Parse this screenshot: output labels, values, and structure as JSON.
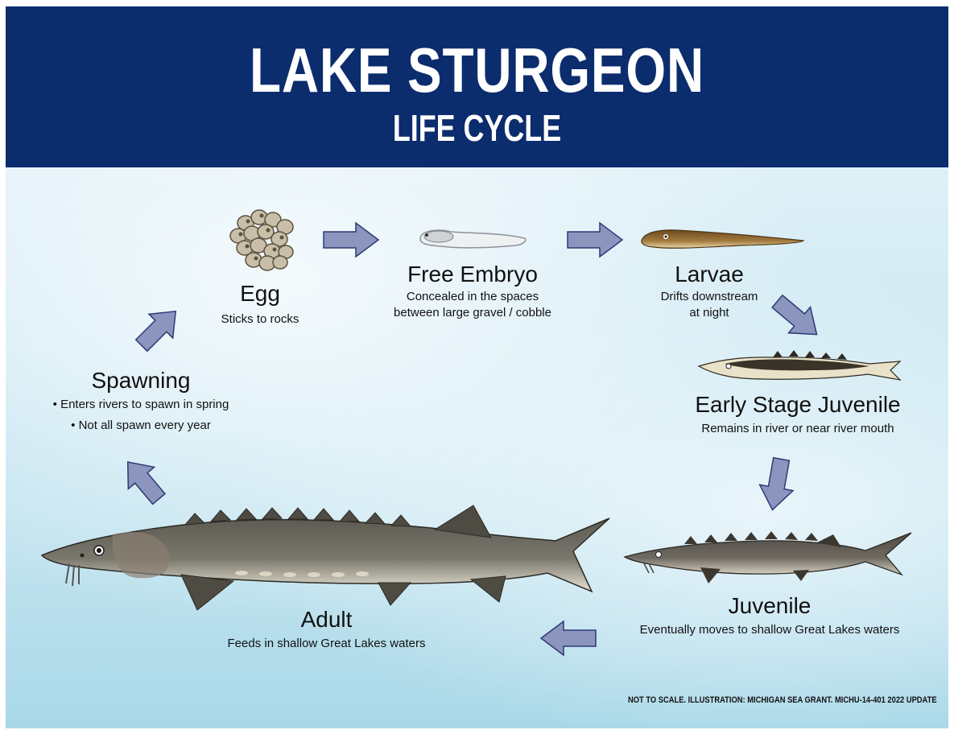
{
  "header": {
    "title": "LAKE STURGEON",
    "subtitle": "LIFE CYCLE"
  },
  "stages": {
    "egg": {
      "title": "Egg",
      "desc": [
        "Sticks to rocks"
      ]
    },
    "free_embryo": {
      "title": "Free Embryo",
      "desc": [
        "Concealed in the spaces",
        "between large gravel / cobble"
      ]
    },
    "larvae": {
      "title": "Larvae",
      "desc": [
        "Drifts downstream",
        "at night"
      ]
    },
    "early_juvenile": {
      "title": "Early Stage Juvenile",
      "desc": [
        "Remains in river or near river mouth"
      ]
    },
    "juvenile": {
      "title": "Juvenile",
      "desc": [
        "Eventually moves to shallow Great Lakes waters"
      ]
    },
    "adult": {
      "title": "Adult",
      "desc": [
        "Feeds in shallow Great Lakes waters"
      ]
    },
    "spawning": {
      "title": "Spawning",
      "desc": [
        "• Enters rivers to spawn in spring",
        "• Not all spawn every year"
      ]
    }
  },
  "footnote": "NOT TO SCALE.  ILLUSTRATION: MICHIGAN SEA GRANT.  MICHU-14-401 2022 UPDATE",
  "colors": {
    "header_bg": "#0b2c6d",
    "arrow_fill": "#8c95be",
    "arrow_stroke": "#2c3a74",
    "water": "#cfe9f3"
  }
}
